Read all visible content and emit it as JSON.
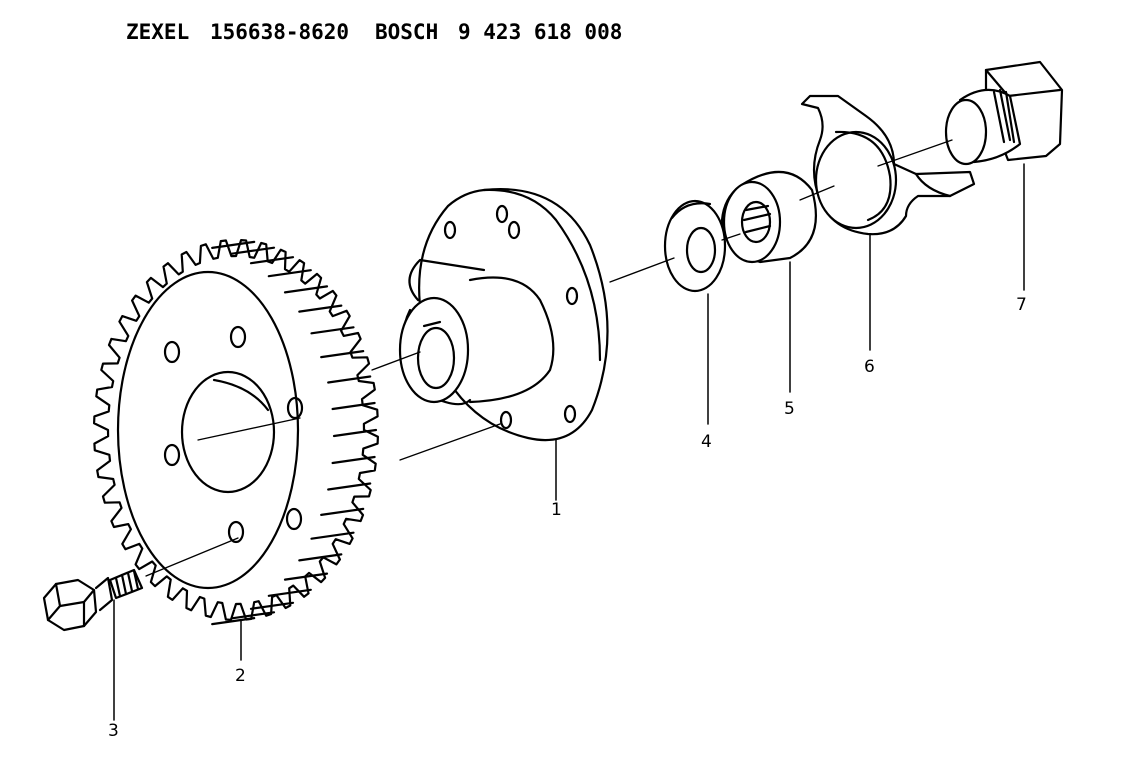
{
  "header": {
    "maker1": "ZEXEL",
    "part1": "156638-8620",
    "maker2": "BOSCH",
    "part2": "9 423 618 008"
  },
  "callouts": {
    "c1": "1",
    "c2": "2",
    "c3": "3",
    "c4": "4",
    "c5": "5",
    "c6": "6",
    "c7": "7"
  }
}
